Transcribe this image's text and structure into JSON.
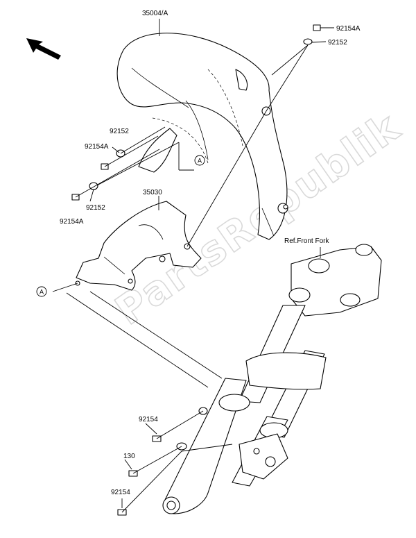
{
  "watermark": "PartsRepublik",
  "reference": "Ref.Front Fork",
  "callout_letter": "A",
  "parts": {
    "front_fender": "35004/A",
    "fender_bracket": "35030",
    "bolt_a_top": "92154A",
    "washer_top": "92152",
    "washer_left_upper": "92152",
    "bolt_a_left_upper": "92154A",
    "washer_left_lower": "92152",
    "bolt_a_left_lower": "92154A",
    "bolt_right": "92154",
    "bolt_130": "130",
    "bolt_bottom": "92154"
  },
  "icons": {
    "direction_arrow": "arrow-up-left-icon"
  }
}
